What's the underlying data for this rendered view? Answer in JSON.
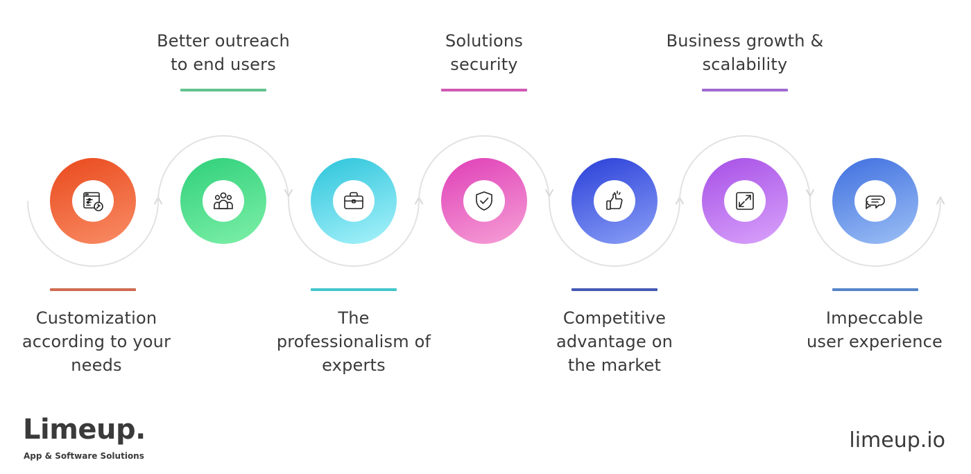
{
  "steps": [
    {
      "label": "Customization\naccording to your\nneeds",
      "icon": "settings-tool-icon",
      "color_start": "#e9491c",
      "color_end": "#f98d66",
      "accent": "#cf6b52"
    },
    {
      "label": "Better outreach\nto end users",
      "icon": "users-group-icon",
      "color_start": "#2fd07a",
      "color_end": "#7ef0a8",
      "accent": "#62c38e"
    },
    {
      "label": "The\nprofessionalism of\nexperts",
      "icon": "briefcase-icon",
      "color_start": "#2cc4db",
      "color_end": "#a9f3fb",
      "accent": "#43c6cc"
    },
    {
      "label": "Solutions\nsecurity",
      "icon": "shield-check-icon",
      "color_start": "#df3fb7",
      "color_end": "#f6a0d6",
      "accent": "#d159b3"
    },
    {
      "label": "Competitive\nadvantage on\nthe market",
      "icon": "thumbs-up-icon",
      "color_start": "#2a3fd8",
      "color_end": "#8a9ff6",
      "accent": "#4459b2"
    },
    {
      "label": "Business growth &\nscalability",
      "icon": "resize-arrows-icon",
      "color_start": "#a64fe6",
      "color_end": "#d9a3fb",
      "accent": "#9e6ad0"
    },
    {
      "label": "Impeccable\nuser experience",
      "icon": "chat-bubble-icon",
      "color_start": "#3f6fdf",
      "color_end": "#9dc0f5",
      "accent": "#5585c8"
    }
  ],
  "brand": {
    "name": "Limeup.",
    "tagline": "App & Software Solutions",
    "website": "limeup.io"
  }
}
